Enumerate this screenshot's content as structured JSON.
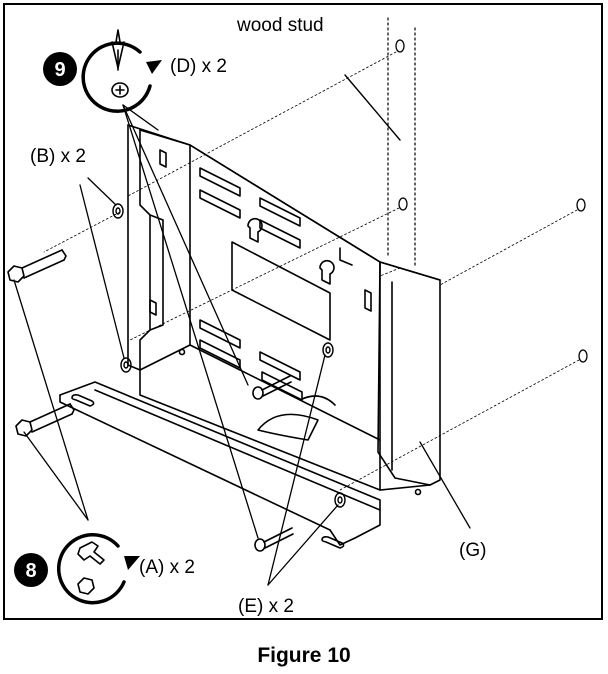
{
  "labels": {
    "wood_stud": "wood stud",
    "step_d": "(D) x 2",
    "part_b": "(B) x 2",
    "part_a": "(A) x 2",
    "part_e": "(E) x 2",
    "part_g": "(G)"
  },
  "steps": {
    "step9": "9",
    "step8": "8"
  },
  "caption": "Figure 10",
  "icons": {
    "step9_tool": "screwdriver-icon",
    "step8_tool": "wrench-icon"
  }
}
